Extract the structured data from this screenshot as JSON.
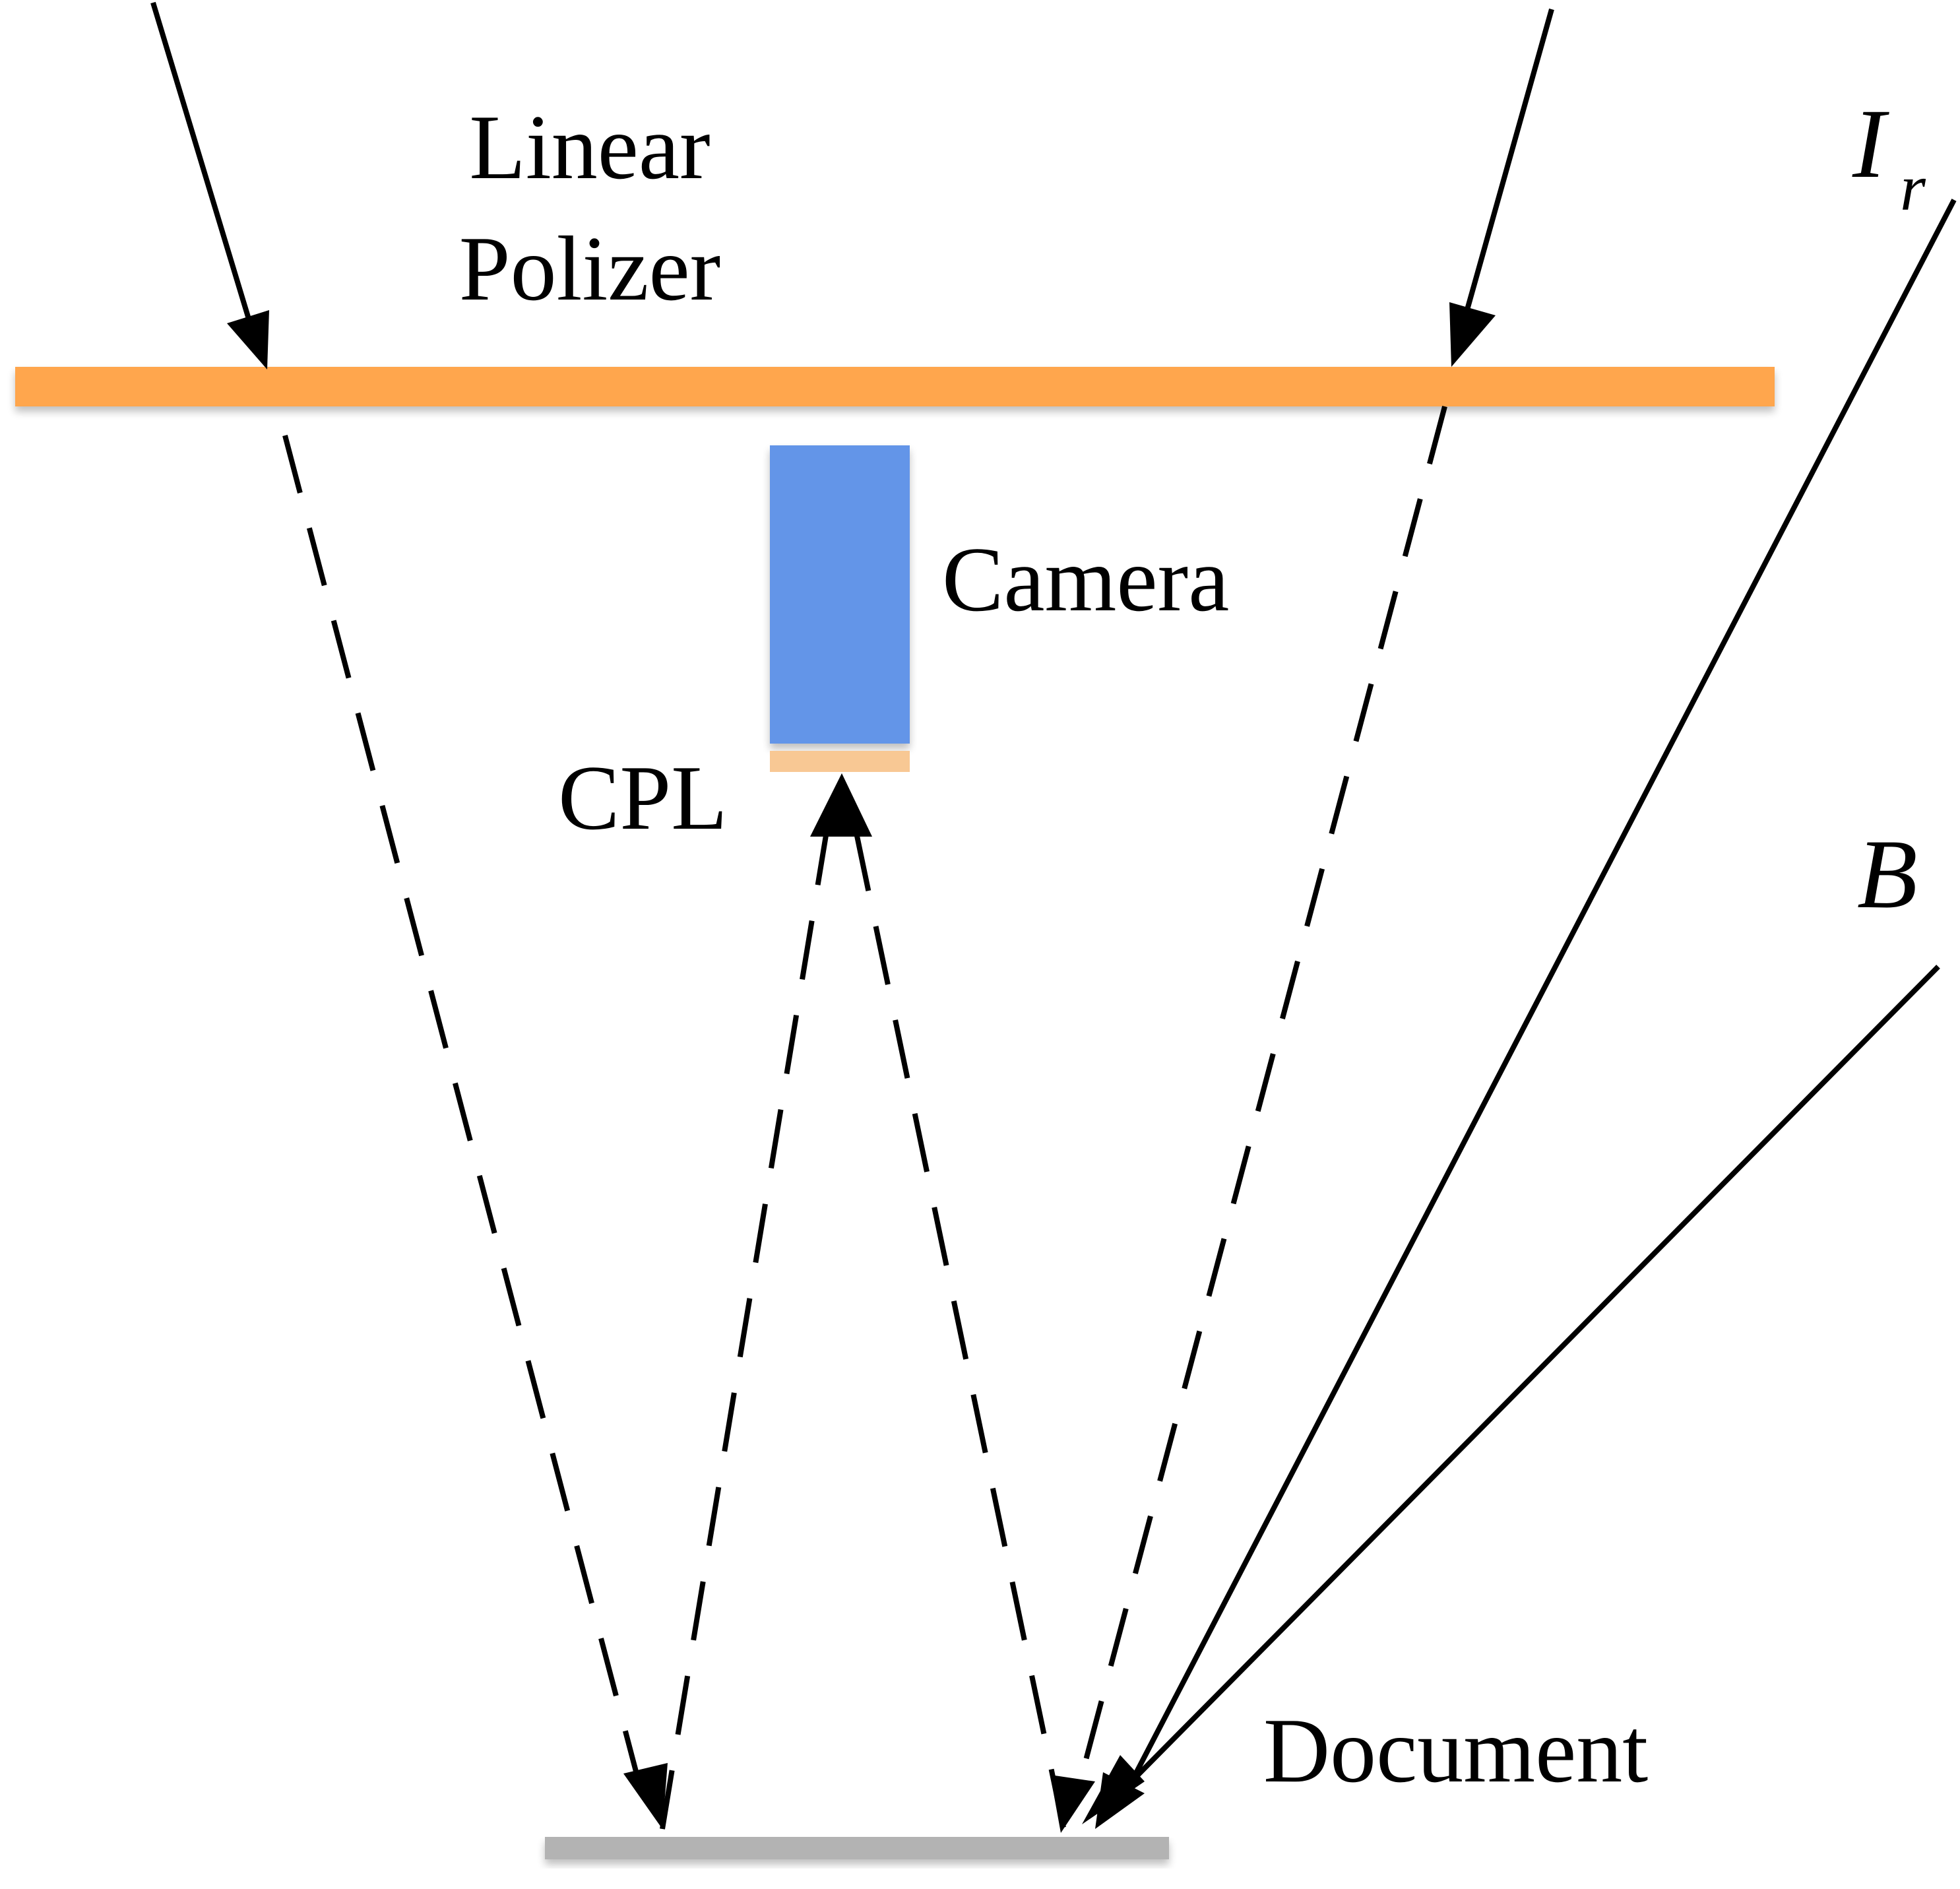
{
  "labels": {
    "linear_polarizer_line1": "Linear",
    "linear_polarizer_line2": "Polizer",
    "camera": "Camera",
    "cpl": "CPL",
    "document": "Document",
    "ir_main": "I",
    "ir_sub": "r",
    "b": "B"
  },
  "colors": {
    "polarizer": "#FFA64D",
    "camera_body": "#6495E8",
    "cpl_filter": "#F8C894",
    "document": "#B3B3B3",
    "rays": "#000000"
  }
}
